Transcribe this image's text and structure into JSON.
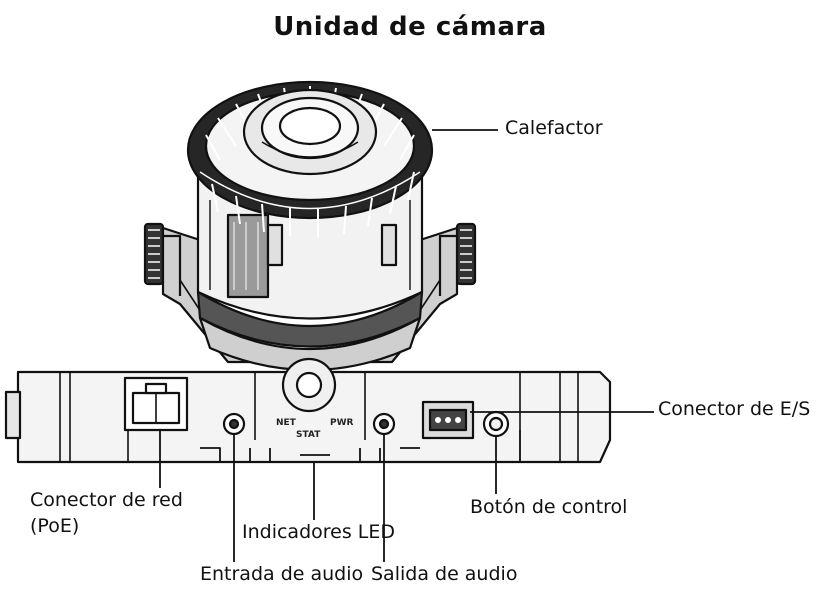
{
  "title": "Unidad de cámara",
  "labels": {
    "heater": "Calefactor",
    "io_connector": "Conector de E/S",
    "network_connector_line1": "Conector de red",
    "network_connector_line2": "(PoE)",
    "control_button": "Botón de control",
    "led_indicators": "Indicadores LED",
    "audio_in": "Entrada de audio",
    "audio_out": "Salida de audio"
  },
  "led_markings": {
    "net": "NET",
    "pwr": "PWR",
    "stat": "STAT"
  }
}
